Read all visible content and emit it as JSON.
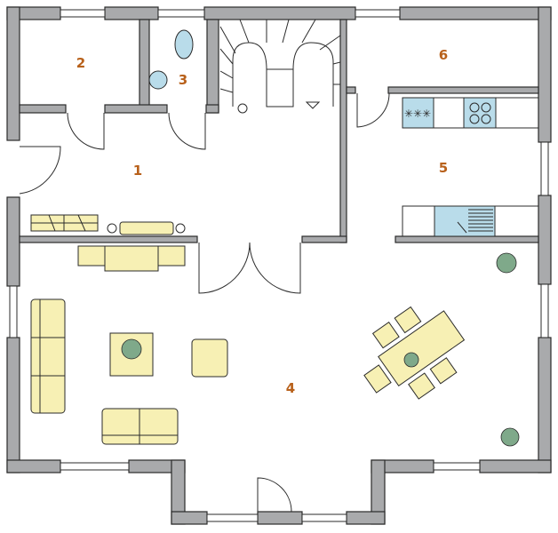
{
  "plan": {
    "rooms": [
      {
        "number": "1"
      },
      {
        "number": "2"
      },
      {
        "number": "3"
      },
      {
        "number": "4"
      },
      {
        "number": "5"
      },
      {
        "number": "6"
      }
    ],
    "colors": {
      "wall": "#a9aaac",
      "furniture": "#f7f0b4",
      "fixture": "#b9dcea",
      "label": "#b8611b"
    }
  }
}
